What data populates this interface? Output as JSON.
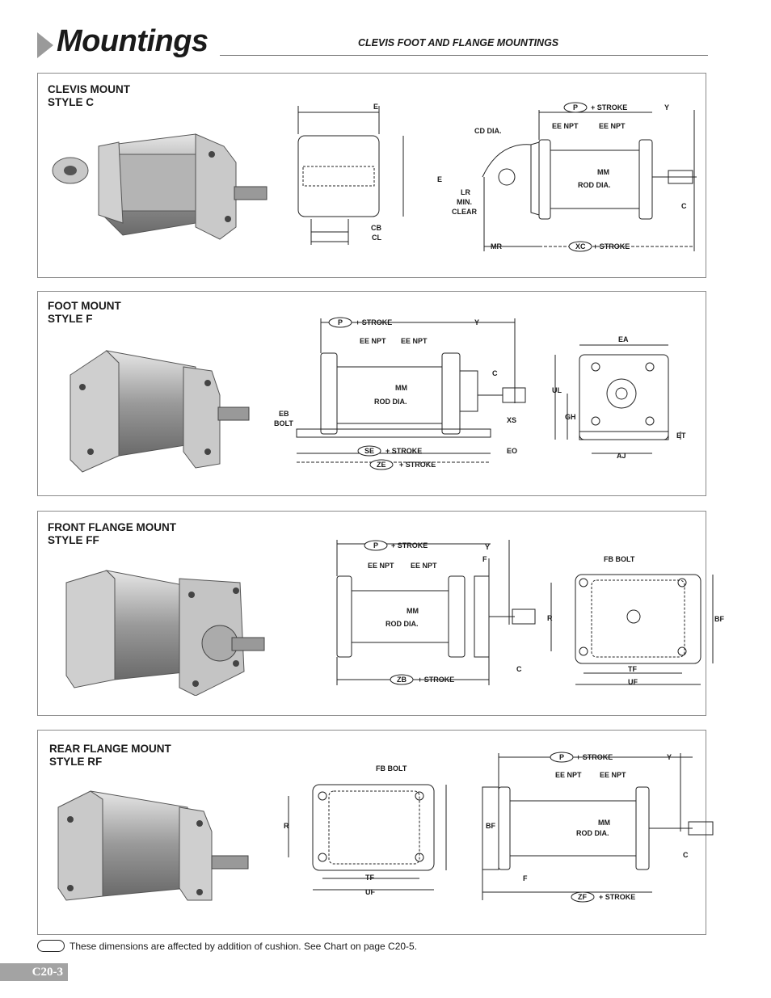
{
  "header": {
    "title": "Mountings",
    "subtitle": "CLEVIS FOOT AND FLANGE MOUNTINGS"
  },
  "sections": [
    {
      "title_line1": "CLEVIS MOUNT",
      "title_line2": "STYLE C",
      "labels": {
        "e_top": "E",
        "e_side": "E",
        "cb": "CB",
        "cl": "CL",
        "cd_dia": "CD DIA.",
        "lr": "LR",
        "min": "MIN.",
        "clear": "CLEAR",
        "p": "P",
        "stroke_p": "+ STROKE",
        "y": "Y",
        "ee_npt_1": "EE NPT",
        "ee_npt_2": "EE NPT",
        "mm": "MM",
        "rod_dia": "ROD DIA.",
        "c": "C",
        "mr": "MR",
        "xc": "XC",
        "stroke_xc": "+ STROKE"
      }
    },
    {
      "title_line1": "FOOT MOUNT",
      "title_line2": "STYLE F",
      "labels": {
        "p": "P",
        "stroke_p": "+  STROKE",
        "y": "Y",
        "ee_npt_1": "EE NPT",
        "ee_npt_2": "EE NPT",
        "c": "C",
        "mm": "MM",
        "rod_dia": "ROD DIA.",
        "eb": "EB",
        "bolt": "BOLT",
        "xs": "XS",
        "se": "SE",
        "stroke_se": "+ STROKE",
        "eo": "EO",
        "ze": "ZE",
        "stroke_ze": "+ STROKE",
        "ea": "EA",
        "ul": "UL",
        "gh": "GH",
        "et": "ET",
        "aj": "AJ"
      }
    },
    {
      "title_line1": "FRONT FLANGE MOUNT",
      "title_line2": "STYLE FF",
      "labels": {
        "p": "P",
        "stroke_p": "+  STROKE",
        "y": "Y",
        "f": "F",
        "ee_npt_1": "EE NPT",
        "ee_npt_2": "EE NPT",
        "mm": "MM",
        "rod_dia": "ROD DIA.",
        "c": "C",
        "zb": "ZB",
        "stroke_zb": "+ STROKE",
        "fb_bolt": "FB BOLT",
        "r": "R",
        "bf": "BF",
        "tf": "TF",
        "uf": "UF"
      }
    },
    {
      "title_line1": "REAR FLANGE MOUNT",
      "title_line2": "STYLE RF",
      "labels": {
        "fb_bolt": "FB BOLT",
        "r": "R",
        "bf": "BF",
        "tf": "TF",
        "uf": "UF",
        "p": "P",
        "stroke_p": "+  STROKE",
        "y": "Y",
        "ee_npt_1": "EE NPT",
        "ee_npt_2": "EE NPT",
        "mm": "MM",
        "rod_dia": "ROD DIA.",
        "c": "C",
        "f": "F",
        "zf": "ZF",
        "stroke_zf": "+ STROKE"
      }
    }
  ],
  "footnote": "These dimensions are affected by addition of cushion. See Chart on page C20-5.",
  "page_number": "C20-3"
}
